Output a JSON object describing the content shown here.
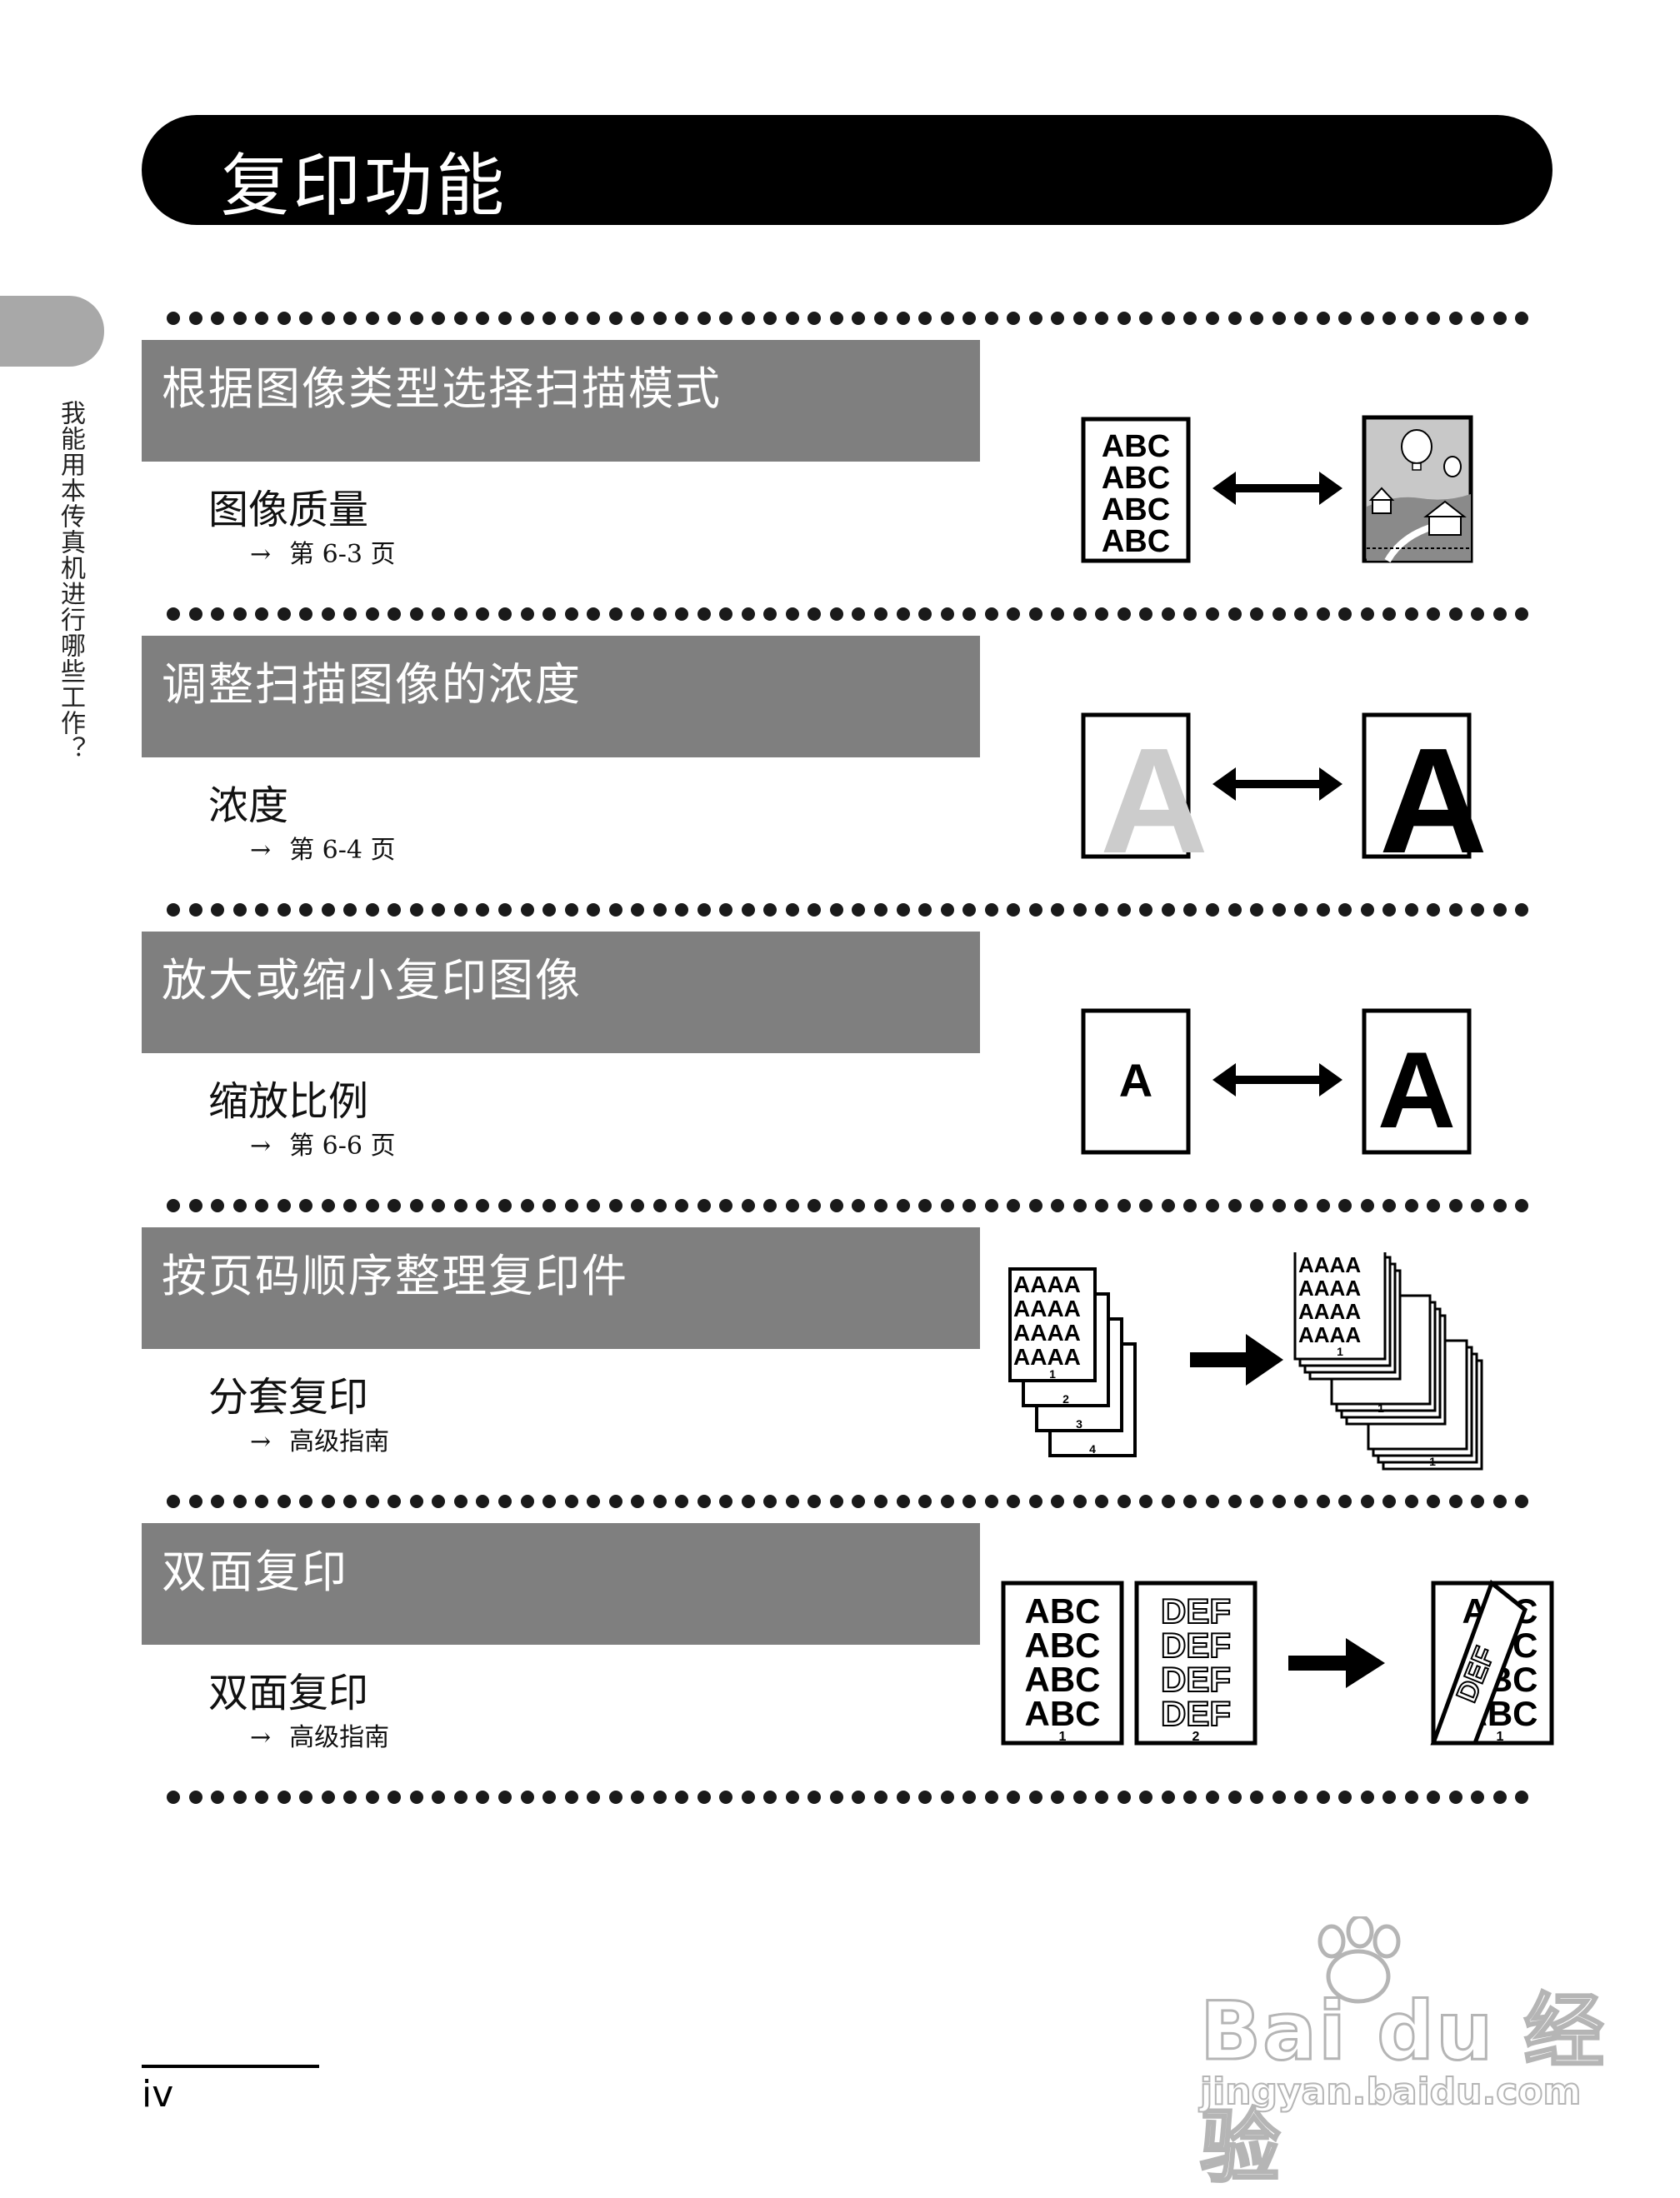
{
  "header": {
    "title": "复印功能"
  },
  "side_label": "我能用本传真机进行哪些工作？",
  "sections": [
    {
      "title": "根据图像类型选择扫描模式",
      "subtitle": "图像质量",
      "ref_arrow": "→",
      "ref": "第 6-3 页",
      "figure": {
        "left_text": [
          "ABC",
          "ABC",
          "ABC",
          "ABC"
        ]
      }
    },
    {
      "title": "调整扫描图像的浓度",
      "subtitle": "浓度",
      "ref_arrow": "→",
      "ref": "第 6-4 页",
      "figure": {
        "left_letter": "A",
        "right_letter": "A"
      }
    },
    {
      "title": "放大或缩小复印图像",
      "subtitle": "缩放比例",
      "ref_arrow": "→",
      "ref": "第 6-6 页",
      "figure": {
        "left_letter": "A",
        "right_letter": "A"
      }
    },
    {
      "title": "按页码顺序整理复印件",
      "subtitle": "分套复印",
      "ref_arrow": "→",
      "ref": "高级指南",
      "figure": {
        "sheet_text": [
          "AAAA",
          "AAAA",
          "AAAA",
          "AAAA"
        ],
        "page_nums": [
          "1",
          "2",
          "3",
          "4"
        ]
      }
    },
    {
      "title": "双面复印",
      "subtitle": "双面复印",
      "ref_arrow": "→",
      "ref": "高级指南",
      "figure": {
        "page1": [
          "ABC",
          "ABC",
          "ABC",
          "ABC"
        ],
        "page2": [
          "DEF",
          "DEF",
          "DEF",
          "DEF"
        ],
        "page1_num": "1",
        "page2_num": "2",
        "result_num": "1"
      }
    }
  ],
  "footer": {
    "page_number": "iv"
  },
  "watermark": {
    "logo": "Bai du 经验",
    "url": "jingyan.baidu.com"
  }
}
